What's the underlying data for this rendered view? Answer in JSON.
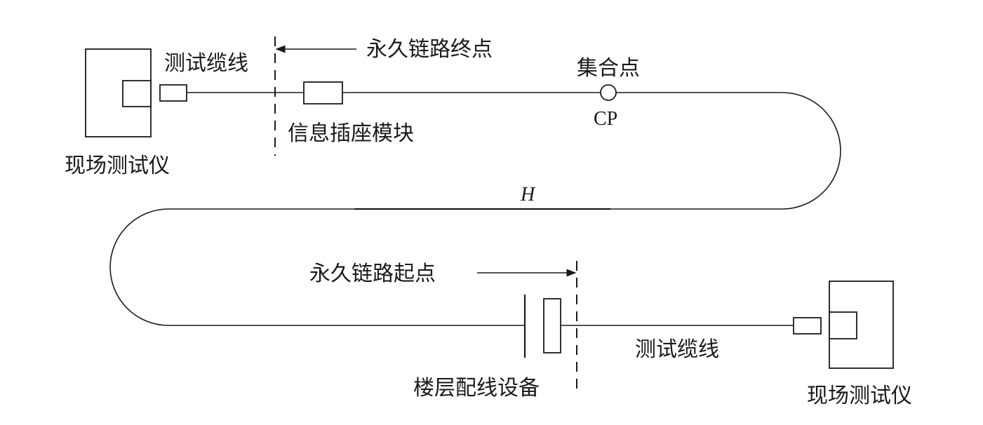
{
  "labels": {
    "test_cable_top": "测试缆线",
    "permanent_link_end": "永久链路终点",
    "consolidation_point": "集合点",
    "cp": "CP",
    "outlet_module": "信息插座模块",
    "field_tester_left": "现场测试仪",
    "h_marker": "H",
    "permanent_link_start": "永久链路起点",
    "floor_distributor": "楼层配线设备",
    "test_cable_bottom": "测试缆线",
    "field_tester_right": "现场测试仪"
  }
}
